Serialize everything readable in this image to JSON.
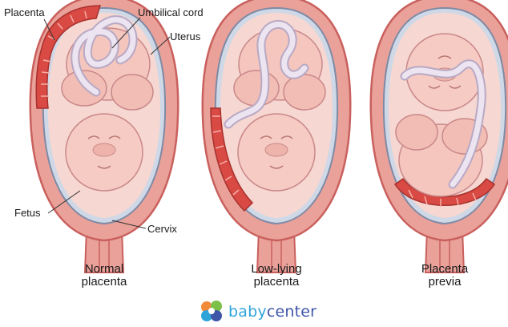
{
  "labels": {
    "placenta": "Placenta",
    "umbilical_cord": "Umbilical cord",
    "uterus": "Uterus",
    "fetus": "Fetus",
    "cervix": "Cervix"
  },
  "captions": [
    {
      "line1": "Normal",
      "line2": "placenta"
    },
    {
      "line1": "Low-lying",
      "line2": "placenta"
    },
    {
      "line1": "Placenta",
      "line2": "previa"
    }
  ],
  "brand": {
    "part1": "baby",
    "part2": "center"
  },
  "colors": {
    "uterus_wall": "#e9a19a",
    "uterus_outline": "#c9605d",
    "placenta": "#d94a44",
    "fetus_skin": "#f4c6be",
    "cord": "#e9e1ee",
    "brand_blue": "#2fa4d9",
    "brand_navy": "#3f56a8"
  }
}
